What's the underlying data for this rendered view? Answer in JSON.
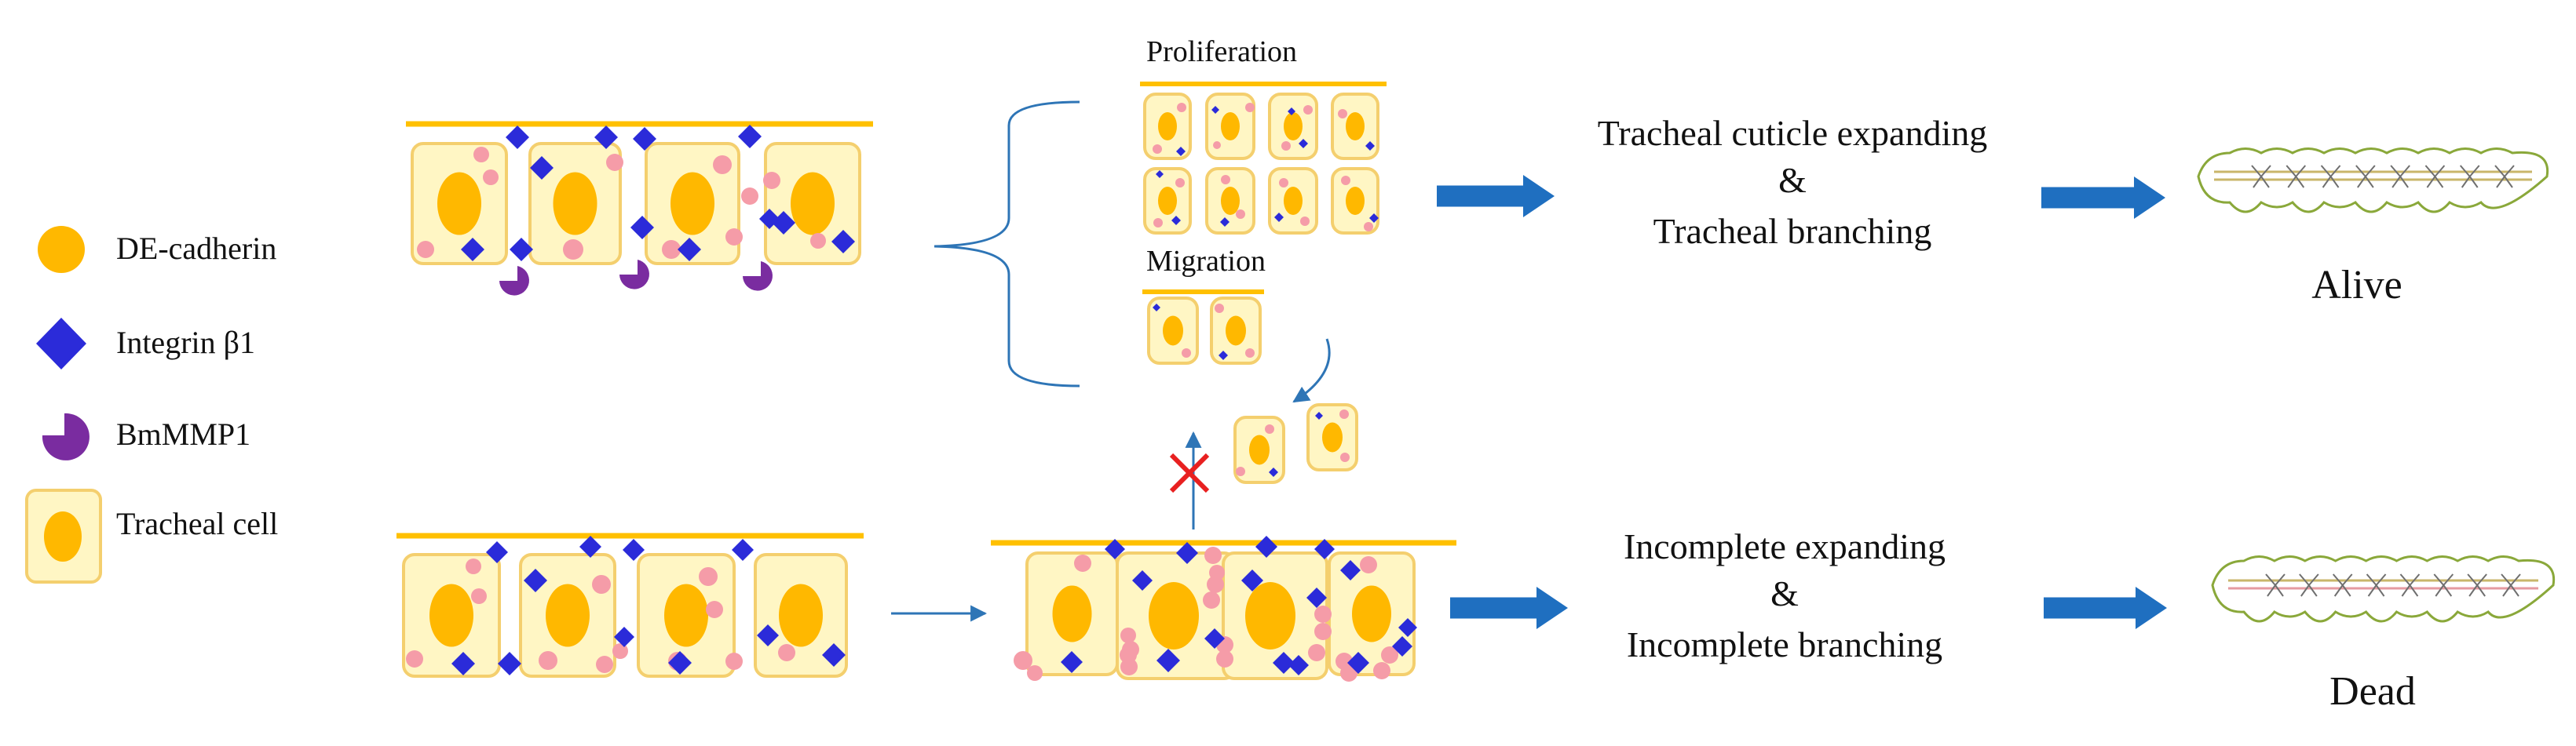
{
  "legend": {
    "items": [
      {
        "label": "DE-cadherin",
        "icon": "orange-circle"
      },
      {
        "label": "Integrin β1",
        "icon": "blue-diamond"
      },
      {
        "label": "BmMMP1",
        "icon": "purple-pacman"
      },
      {
        "label": "Tracheal cell",
        "icon": "tracheal-cell"
      }
    ]
  },
  "panels": {
    "proliferation_label": "Proliferation",
    "migration_label": "Migration"
  },
  "outcomes": {
    "top": {
      "line1": "Tracheal cuticle expanding",
      "amp": "&",
      "line2": "Tracheal branching",
      "status": "Alive"
    },
    "bottom": {
      "line1": "Incomplete expanding",
      "amp": "&",
      "line2": "Incomplete branching",
      "status": "Dead"
    }
  },
  "colors": {
    "cell_fill": "#fff6c4",
    "cell_border": "#f4cf6e",
    "nucleus": "#ffb800",
    "membrane": "#ffc000",
    "integrin": "#2b2bd9",
    "cadherin_pink": "#f59ca8",
    "mmp1": "#7a2ca0",
    "arrow_blue": "#1f6fc0",
    "cross_red": "#e82020"
  }
}
